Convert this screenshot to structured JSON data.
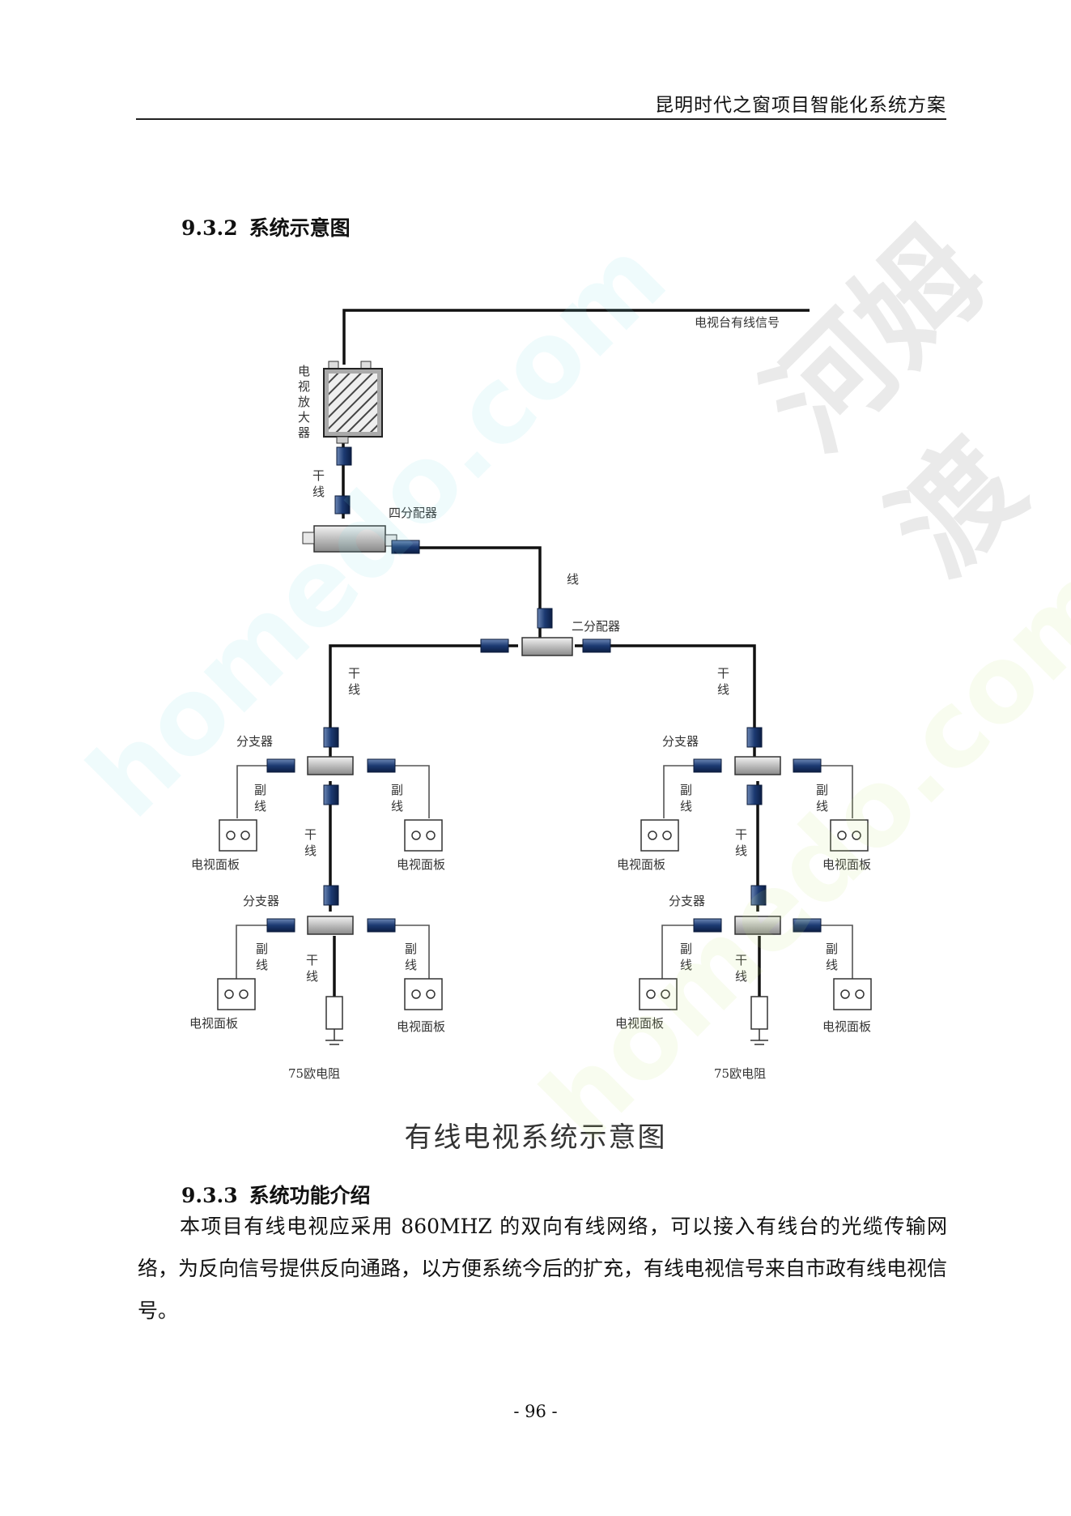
{
  "header": {
    "title": "昆明时代之窗项目智能化系统方案"
  },
  "section_932": {
    "number": "9.3.2",
    "title": "系统示意图"
  },
  "diagram": {
    "tv_signal": "电视台有线信号",
    "amplifier": [
      "电",
      "视",
      "放",
      "大",
      "器"
    ],
    "trunk_vertical": [
      "干",
      "线"
    ],
    "four_splitter": "四分配器",
    "line": "线",
    "two_splitter": "二分配器",
    "tap": "分支器",
    "sub_line": [
      "副",
      "线"
    ],
    "tv_panel": "电视面板",
    "resistor": "75欧电阻"
  },
  "caption": "有线电视系统示意图",
  "section_933": {
    "number": "9.3.3",
    "title": "系统功能介绍"
  },
  "paragraph": "本项目有线电视应采用 860MHZ 的双向有线网络，可以接入有线台的光缆传输网络，为反向信号提供反向通路，以方便系统今后的扩充，有线电视信号来自市政有线电视信号。",
  "page_number": "- 96 -",
  "watermarks": {
    "cn": "河姆渡",
    "en": "homedo.com"
  }
}
